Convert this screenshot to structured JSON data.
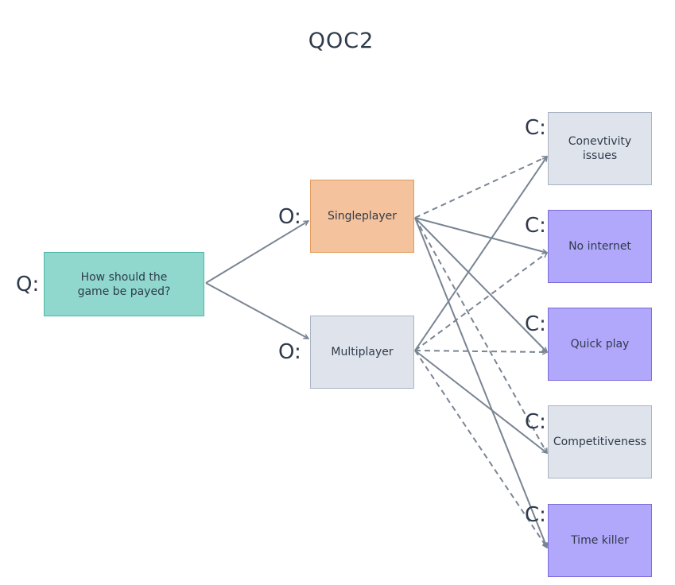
{
  "title": "QOC2",
  "labels": {
    "question": "Q:",
    "option": "O:",
    "criterion": "C:"
  },
  "question": {
    "text": "How should the\ngame be payed?"
  },
  "options": [
    {
      "id": "singleplayer",
      "label": "Singleplayer"
    },
    {
      "id": "multiplayer",
      "label": "Multiplayer"
    }
  ],
  "criteria": [
    {
      "id": "connectivity",
      "label": "Conevtivity issues"
    },
    {
      "id": "no-internet",
      "label": "No internet"
    },
    {
      "id": "quick-play",
      "label": "Quick play"
    },
    {
      "id": "competitiveness",
      "label": "Competitiveness"
    },
    {
      "id": "time-killer",
      "label": "Time killer"
    }
  ],
  "colors": {
    "question": "#90d8cd",
    "singleplayer": "#f4c29c",
    "multiplayer": "#dfe4ec",
    "criterion_neutral": "#dfe4ec",
    "criterion_highlight": "#b2a8fb",
    "edge": "#7a8593"
  },
  "links": [
    {
      "from": "question",
      "to": "singleplayer",
      "style": "solid"
    },
    {
      "from": "question",
      "to": "multiplayer",
      "style": "solid"
    },
    {
      "from": "singleplayer",
      "to": "connectivity",
      "style": "dashed"
    },
    {
      "from": "singleplayer",
      "to": "no-internet",
      "style": "solid"
    },
    {
      "from": "singleplayer",
      "to": "quick-play",
      "style": "solid"
    },
    {
      "from": "singleplayer",
      "to": "competitiveness",
      "style": "dashed"
    },
    {
      "from": "singleplayer",
      "to": "time-killer",
      "style": "solid"
    },
    {
      "from": "multiplayer",
      "to": "connectivity",
      "style": "solid"
    },
    {
      "from": "multiplayer",
      "to": "no-internet",
      "style": "dashed"
    },
    {
      "from": "multiplayer",
      "to": "quick-play",
      "style": "dashed"
    },
    {
      "from": "multiplayer",
      "to": "competitiveness",
      "style": "solid"
    },
    {
      "from": "multiplayer",
      "to": "time-killer",
      "style": "dashed"
    }
  ]
}
